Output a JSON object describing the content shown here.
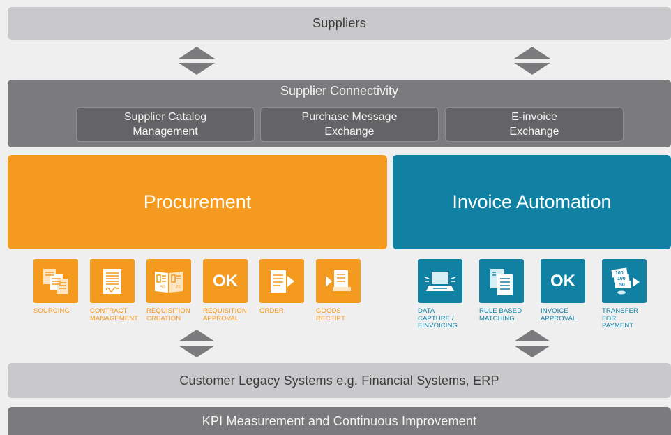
{
  "suppliers": "Suppliers",
  "connectivity": {
    "title": "Supplier Connectivity",
    "boxes": [
      "Supplier Catalog\nManagement",
      "Purchase Message\nExchange",
      "E-invoice\nExchange"
    ]
  },
  "procurement": {
    "title": "Procurement",
    "steps": [
      {
        "label": "SOURCING",
        "icon": "documents-icon"
      },
      {
        "label": "CONTRACT\nMANAGEMENT",
        "icon": "signed-contract-icon"
      },
      {
        "label": "REQUISITION\nCREATION",
        "icon": "catalog-book-icon"
      },
      {
        "label": "REQUISITION\nAPPROVAL",
        "icon": "ok-icon",
        "text": "OK"
      },
      {
        "label": "ORDER",
        "icon": "document-send-icon"
      },
      {
        "label": "GOODS\nRECEIPT",
        "icon": "goods-receipt-icon"
      }
    ]
  },
  "invoice": {
    "title": "Invoice Automation",
    "steps": [
      {
        "label": "DATA\nCAPTURE /\neINVOICING",
        "icon": "scanner-icon"
      },
      {
        "label": "RULE BASED\nMATCHING",
        "icon": "matching-documents-icon"
      },
      {
        "label": "INVOICE\nAPPROVAL",
        "icon": "ok-icon",
        "text": "OK"
      },
      {
        "label": "TRANSFER\nFOR\nPAYMENT",
        "icon": "money-transfer-icon"
      }
    ]
  },
  "legacy": "Customer Legacy Systems e.g. Financial Systems, ERP",
  "kpi": "KPI Measurement and Continuous Improvement",
  "colors": {
    "orange": "#f39a1f",
    "blue": "#1081a3",
    "dark_gray": "#7b7b7d",
    "light_gray": "#c9c9cb"
  }
}
